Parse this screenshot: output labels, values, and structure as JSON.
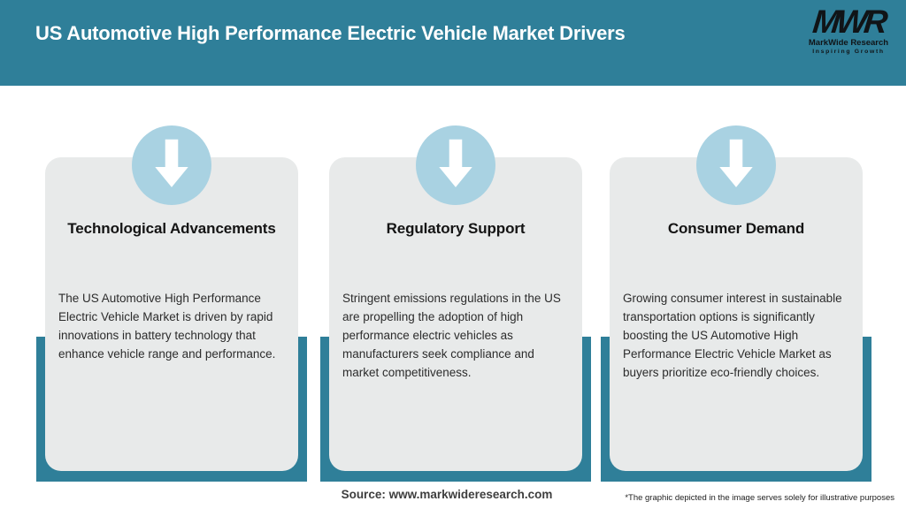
{
  "header": {
    "title": "US Automotive High Performance Electric Vehicle Market Drivers",
    "logo": {
      "monogram": "MWR",
      "name": "MarkWide Research",
      "tagline": "Inspiring Growth"
    }
  },
  "cards": [
    {
      "heading": "Technological Advancements",
      "body": "The US Automotive High Performance Electric Vehicle Market is driven by rapid innovations in battery technology that enhance vehicle range and performance."
    },
    {
      "heading": "Regulatory Support",
      "body": "Stringent emissions regulations in the US are propelling the adoption of high performance electric vehicles as manufacturers seek compliance and market competitiveness."
    },
    {
      "heading": "Consumer Demand",
      "body": "Growing consumer interest in sustainable transportation options is significantly boosting the US Automotive High Performance Electric Vehicle Market as buyers prioritize eco-friendly choices."
    }
  ],
  "footer": {
    "source": "Source: www.markwideresearch.com",
    "disclaimer": "*The graphic depicted in the image serves solely for illustrative purposes"
  },
  "colors": {
    "teal": "#2f7f99",
    "card_bg": "#e8eaea",
    "arrow_circle": "#a9d2e2",
    "title_text": "#ffffff",
    "logo_text": "#101417"
  }
}
